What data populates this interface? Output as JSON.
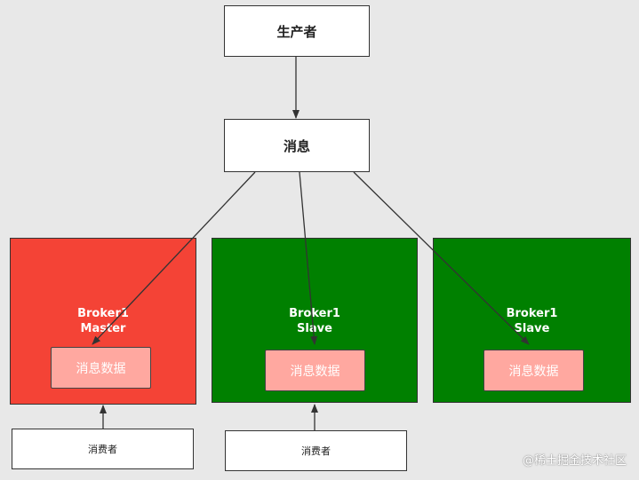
{
  "producer": {
    "label": "生产者"
  },
  "message": {
    "label": "消息"
  },
  "brokers": [
    {
      "name": "Broker1",
      "role": "Master",
      "data_label": "消息数据",
      "color": "#f44336"
    },
    {
      "name": "Broker1",
      "role": "Slave",
      "data_label": "消息数据",
      "color": "#008000"
    },
    {
      "name": "Broker1",
      "role": "Slave",
      "data_label": "消息数据",
      "color": "#008000"
    }
  ],
  "consumers": [
    {
      "label": "消费者"
    },
    {
      "label": "消费者"
    }
  ],
  "colors": {
    "background": "#e8e8e8",
    "data_box": "#ffa8a0",
    "line": "#333333"
  },
  "watermark": "@稀土掘金技术社区"
}
